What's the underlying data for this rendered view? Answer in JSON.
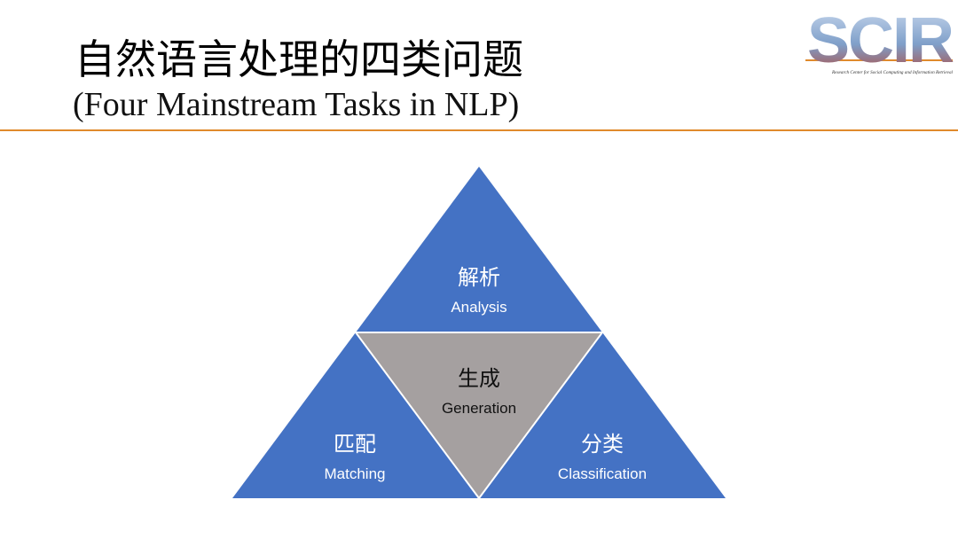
{
  "slide": {
    "title_cn": "自然语言处理的四类问题",
    "title_en": "(Four Mainstream Tasks in NLP)"
  },
  "logo": {
    "text": "SCIR",
    "subtitle": "Research Center for Social Computing and Information Retrieval"
  },
  "diagram": {
    "colors": {
      "outer": "#4472c4",
      "center": "#a5a0a0",
      "divider": "#ffffff",
      "rule": "#e08a2c"
    },
    "top": {
      "cn": "解析",
      "en": "Analysis"
    },
    "center": {
      "cn": "生成",
      "en": "Generation"
    },
    "left": {
      "cn": "匹配",
      "en": "Matching"
    },
    "right": {
      "cn": "分类",
      "en": "Classification"
    }
  }
}
